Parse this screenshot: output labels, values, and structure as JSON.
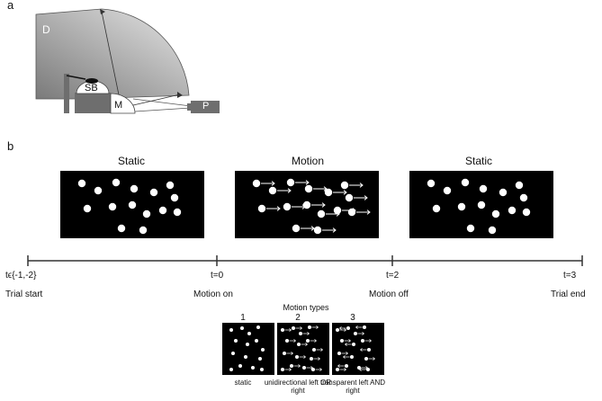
{
  "panel_a": {
    "label": "a",
    "labels": {
      "dome": "D",
      "ball": "SB",
      "mirror": "M",
      "projector": "P"
    },
    "colors": {
      "dome_light": "#e6e6e6",
      "dome_dark": "#7a7a7a",
      "stand": "#6e6e6e",
      "projector": "#6e6e6e"
    }
  },
  "panel_b": {
    "label": "b",
    "phases": [
      {
        "title": "Static",
        "has_motion": false
      },
      {
        "title": "Motion",
        "has_motion": true
      },
      {
        "title": "Static",
        "has_motion": false
      }
    ],
    "timeline": {
      "ticks": [
        {
          "top": "tϵ{-1,-2}",
          "bottom": "Trial start"
        },
        {
          "top": "t=0",
          "bottom": "Motion on"
        },
        {
          "top": "t=2",
          "bottom": "Motion off"
        },
        {
          "top": "t=3",
          "bottom": "Trial end"
        }
      ]
    },
    "motion_types": {
      "title": "Motion types",
      "types": [
        {
          "number": "1",
          "description": "static",
          "mode": "static"
        },
        {
          "number": "2",
          "description": "unidirectional left OR right",
          "mode": "unidirectional"
        },
        {
          "number": "3",
          "description": "transparent left AND right",
          "mode": "transparent"
        }
      ]
    }
  }
}
